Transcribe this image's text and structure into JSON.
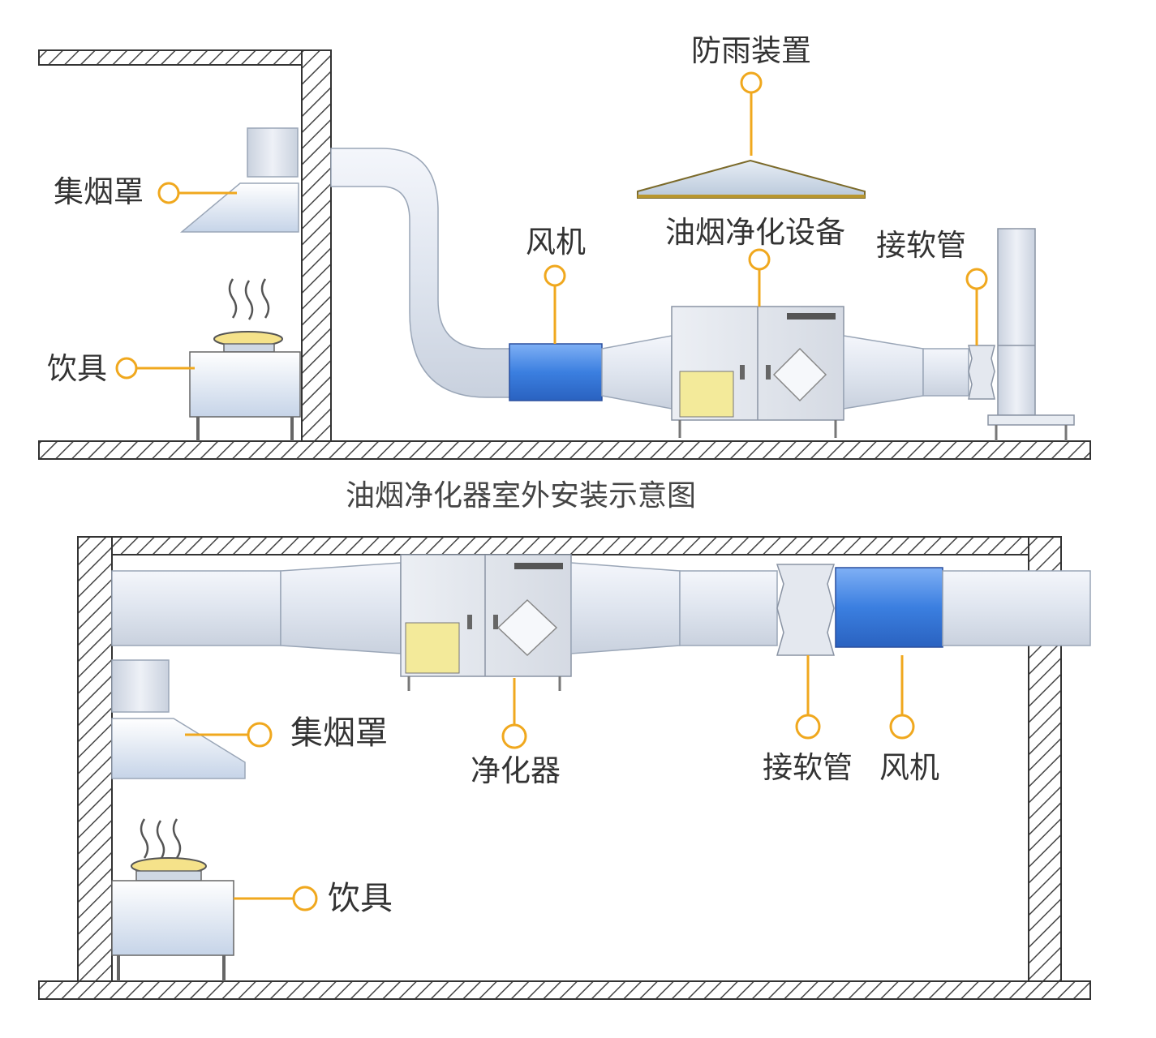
{
  "colors": {
    "accent": "#f0a81e",
    "fan_blue": "#3b7fe0",
    "duct": "#dde3ee",
    "wall_line": "#333333"
  },
  "top_diagram": {
    "caption": "油烟净化器室外安装示意图",
    "labels": {
      "rain_guard": "防雨装置",
      "hood": "集烟罩",
      "fan": "风机",
      "purifier": "油烟净化设备",
      "flex_pipe": "接软管",
      "stove": "饮具"
    }
  },
  "bottom_diagram": {
    "labels": {
      "hood": "集烟罩",
      "purifier": "净化器",
      "flex_pipe": "接软管",
      "fan": "风机",
      "stove": "饮具"
    }
  },
  "icons": [
    "hatched-wall",
    "duct-pipe",
    "fan-section",
    "purifier-unit",
    "flex-connector",
    "rain-cap",
    "smoke-hood",
    "stove"
  ]
}
